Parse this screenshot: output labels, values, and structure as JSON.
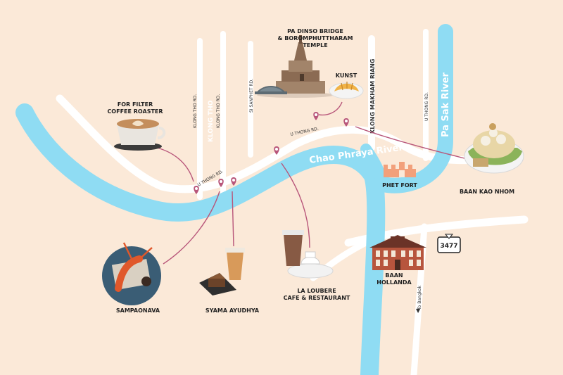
{
  "map": {
    "colors": {
      "background": "#fbe9d8",
      "river": "#8fdcf3",
      "road": "#ffffff",
      "pin": "#b8567a",
      "leader": "#b8567a",
      "text": "#1f1f1f"
    },
    "rivers": {
      "chao_phraya": "Chao Phraya River",
      "pa_sak": "Pa Sak River"
    },
    "roads": {
      "klong_tho_rd_1": "KLONG THO RD.",
      "klong_tho_rd_2": "KLONG THO RD.",
      "klong_tho": "KLONG THO",
      "si_sanphet": "SI SANPHET RD.",
      "u_thong_1": "U THONG RD.",
      "u_thong_2": "U THONG RD.",
      "klong_makham": "KLONG MAKHAM RIANG",
      "u_thong_3": "U THONG RD.",
      "to_bangkok": "To Bangkok",
      "route_badge": "3477"
    },
    "places": {
      "pa_dinso": [
        "PA DINSO BRIDGE",
        "& BOROMPHUTTHARAM",
        "TEMPLE"
      ],
      "kunst": "KUNST",
      "for_filter": [
        "FOR FILTER",
        "COFFEE ROASTER"
      ],
      "phet_fort": "PHET FORT",
      "baan_kao_nhom": "BAAN KAO NHOM",
      "baan_hollanda": [
        "BAAN",
        "HOLLANDA"
      ],
      "la_loubere": [
        "LA LOUBERE",
        "CAFE & RESTAURANT"
      ],
      "sampaonava": "SAMPAONAVA",
      "syama": "SYAMA AYUDHYA"
    },
    "icons": [
      "temple-illustration",
      "croissant-illustration",
      "latte-cup-illustration",
      "fort-icon",
      "dessert-plate-illustration",
      "dutch-house-illustration",
      "iced-coffee-illustration",
      "river-prawn-plate-illustration",
      "cake-and-drink-illustration",
      "location-pin-icon"
    ]
  }
}
